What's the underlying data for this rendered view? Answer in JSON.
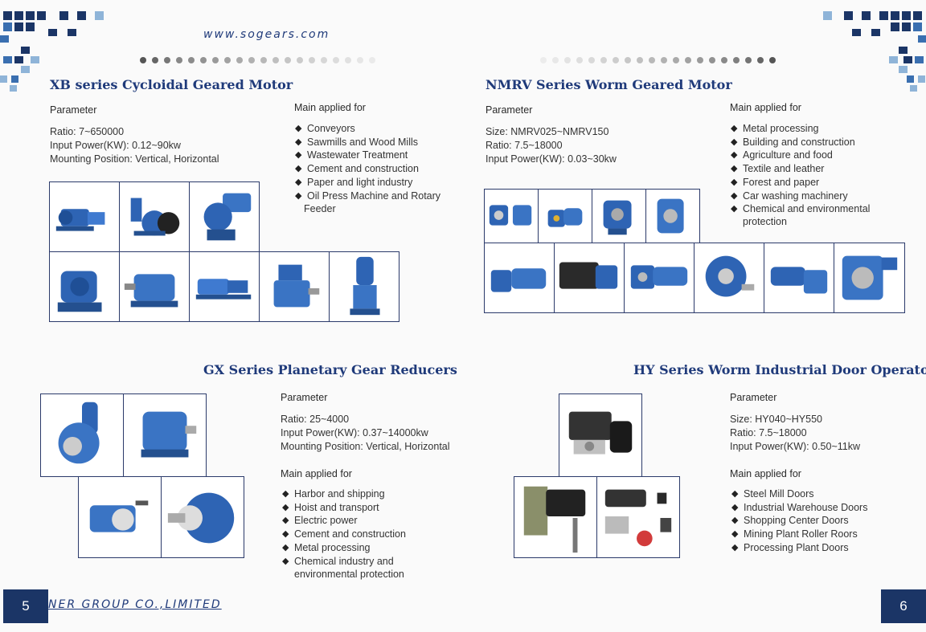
{
  "header": {
    "website": "www.sogears.com"
  },
  "colors": {
    "brand_blue": "#1f3a7a",
    "mosaic_dark": "#1b3566",
    "mosaic_mid": "#3a6fb0",
    "mosaic_light": "#8fb4d8"
  },
  "xb": {
    "title": "XB series  Cycloidal Geared Motor",
    "param_label": "Parameter",
    "params": [
      "Ratio: 7~650000",
      "Input Power(KW): 0.12~90kw",
      "Mounting Position: Vertical, Horizontal"
    ],
    "applied_label": "Main applied for",
    "applied": [
      "Conveyors",
      "Sawmills and Wood Mills",
      "Wastewater Treatment",
      "Cement and construction",
      "Paper and light industry",
      "Oil Press Machine and Rotary"
    ],
    "applied_cont": "Feeder"
  },
  "nmrv": {
    "title": "NMRV Series Worm Geared Motor",
    "param_label": "Parameter",
    "params": [
      "Size: NMRV025~NMRV150",
      "Ratio: 7.5~18000",
      "Input Power(KW): 0.03~30kw"
    ],
    "applied_label": "Main applied for",
    "applied": [
      "Metal processing",
      "Building and construction",
      "Agriculture and food",
      "Textile and leather",
      "Forest and paper",
      "Car washing machinery",
      "Chemical and environmental"
    ],
    "applied_cont": "protection"
  },
  "gx": {
    "title": "GX Series Planetary Gear Reducers",
    "param_label": "Parameter",
    "params": [
      "Ratio: 25~4000",
      "Input Power(KW): 0.37~14000kw",
      "Mounting Position: Vertical, Horizontal"
    ],
    "applied_label": "Main applied for",
    "applied": [
      "Harbor and shipping",
      "Hoist and transport",
      "Electric power",
      "Cement and construction",
      "Metal processing",
      "Chemical industry and"
    ],
    "applied_cont": "environmental protection"
  },
  "hy": {
    "title": "HY Series Worm Industrial Door Operator",
    "param_label": "Parameter",
    "params": [
      "Size: HY040~HY550",
      "Ratio: 7.5~18000",
      "Input Power(KW): 0.50~11kw"
    ],
    "applied_label": "Main applied for",
    "applied": [
      "Steel Mill Doors",
      "Industrial Warehouse Doors",
      "Shopping Center Doors",
      "Mining Plant Roller Roors",
      "Processing Plant Doors"
    ]
  },
  "footer": {
    "left_page": "5",
    "right_page": "6",
    "company": "NER GROUP CO.,LIMITED"
  }
}
